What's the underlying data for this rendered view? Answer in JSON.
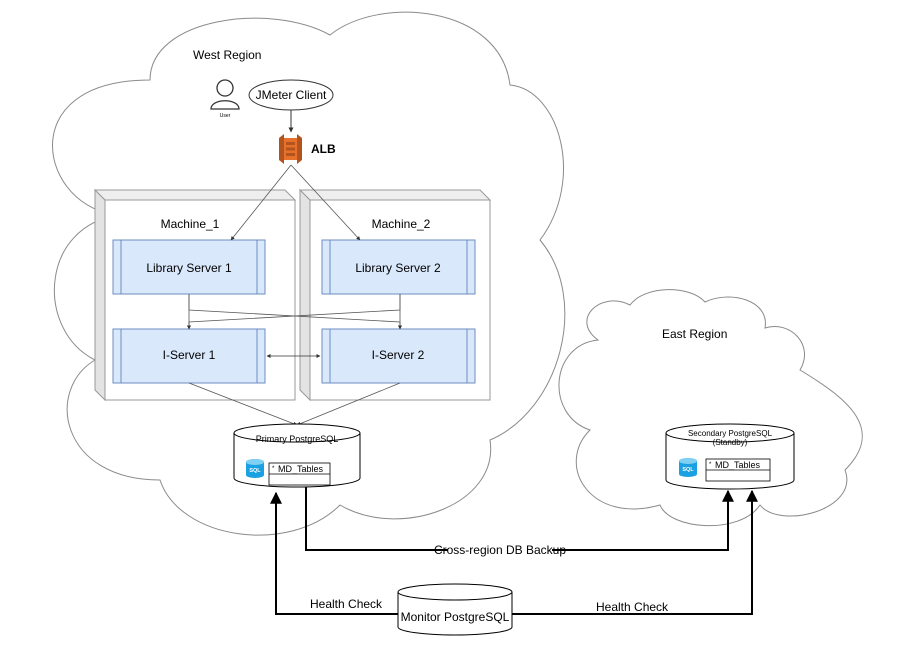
{
  "regions": {
    "west": "West Region",
    "east": "East Region"
  },
  "user": {
    "label": "User"
  },
  "client": {
    "label": "JMeter Client"
  },
  "load_balancer": {
    "label": "ALB",
    "color": "#E7712A"
  },
  "machines": [
    {
      "title": "Machine_1",
      "library": "Library Server 1",
      "iserver": "I-Server 1"
    },
    {
      "title": "Machine_2",
      "library": "Library Server 2",
      "iserver": "I-Server 2"
    }
  ],
  "databases": {
    "primary": {
      "title": "Primary PostgreSQL",
      "table_marker": "*",
      "table": "MD_Tables",
      "icon": "sql-icon"
    },
    "secondary": {
      "title_line1": "Secondary PostgreSQL",
      "title_line2": "(Standby)",
      "table_marker": "*",
      "table": "MD_Tables",
      "icon": "sql-icon"
    },
    "monitor": {
      "title": "Monitor PostgreSQL"
    }
  },
  "connections": {
    "backup": "Cross-region DB Backup",
    "health_left": "Health Check",
    "health_right": "Health Check"
  },
  "colors": {
    "server_fill": "#DAE8FC",
    "server_stroke": "#6C8EBF",
    "sql_icon": "#1BA1E2"
  }
}
